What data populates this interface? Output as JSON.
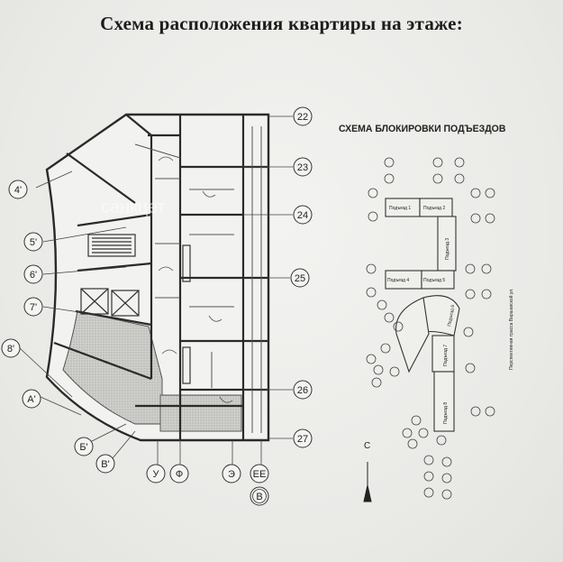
{
  "page_title": "Схема расположения квартиры на этаже:",
  "floor_plan": {
    "axis_right": [
      "22",
      "23",
      "24",
      "25",
      "26",
      "27"
    ],
    "axis_left": [
      "4'",
      "5'",
      "6'",
      "7'",
      "8'",
      "А'",
      "Б'",
      "В'"
    ],
    "axis_bottom": [
      "У",
      "Ф",
      "Э",
      "ЕЕ",
      "В"
    ]
  },
  "block_scheme": {
    "title": "СХЕМА БЛОКИРОВКИ ПОДЪЕЗДОВ",
    "entrances": [
      "Подъезд 1",
      "Подъезд 2",
      "Подъезд 3",
      "Подъезд 4",
      "Подъезд 5",
      "Подъезд 6",
      "Подъезд 7",
      "Подъезд 8"
    ],
    "street_label": "Перспективная трасса Варшавской ул.",
    "north_label": "С"
  },
  "watermark": "санкцет"
}
